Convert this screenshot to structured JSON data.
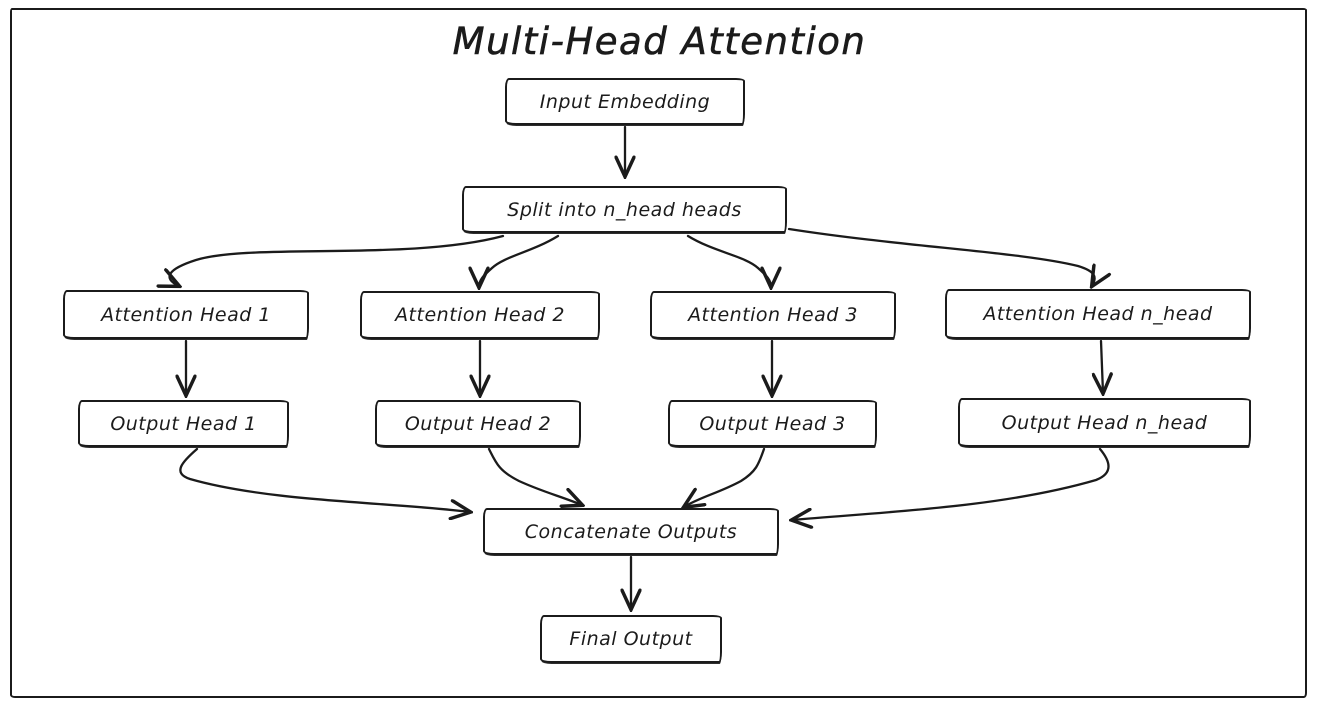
{
  "diagram": {
    "title": "Multi-Head Attention",
    "nodes": {
      "input_embedding": {
        "label": "Input Embedding"
      },
      "split": {
        "label": "Split into n_head heads"
      },
      "attention_head_1": {
        "label": "Attention Head 1"
      },
      "attention_head_2": {
        "label": "Attention Head 2"
      },
      "attention_head_3": {
        "label": "Attention Head 3"
      },
      "attention_head_n": {
        "label": "Attention Head n_head"
      },
      "output_head_1": {
        "label": "Output Head 1"
      },
      "output_head_2": {
        "label": "Output Head 2"
      },
      "output_head_3": {
        "label": "Output Head 3"
      },
      "output_head_n": {
        "label": "Output Head n_head"
      },
      "concatenate": {
        "label": "Concatenate Outputs"
      },
      "final_output": {
        "label": "Final Output"
      }
    },
    "edges": [
      {
        "from": "input_embedding",
        "to": "split"
      },
      {
        "from": "split",
        "to": "attention_head_1"
      },
      {
        "from": "split",
        "to": "attention_head_2"
      },
      {
        "from": "split",
        "to": "attention_head_3"
      },
      {
        "from": "split",
        "to": "attention_head_n"
      },
      {
        "from": "attention_head_1",
        "to": "output_head_1"
      },
      {
        "from": "attention_head_2",
        "to": "output_head_2"
      },
      {
        "from": "attention_head_3",
        "to": "output_head_3"
      },
      {
        "from": "attention_head_n",
        "to": "output_head_n"
      },
      {
        "from": "output_head_1",
        "to": "concatenate"
      },
      {
        "from": "output_head_2",
        "to": "concatenate"
      },
      {
        "from": "output_head_3",
        "to": "concatenate"
      },
      {
        "from": "output_head_n",
        "to": "concatenate"
      },
      {
        "from": "concatenate",
        "to": "final_output"
      }
    ],
    "colors": {
      "ink": "#1b1b1b",
      "background": "#ffffff"
    }
  }
}
